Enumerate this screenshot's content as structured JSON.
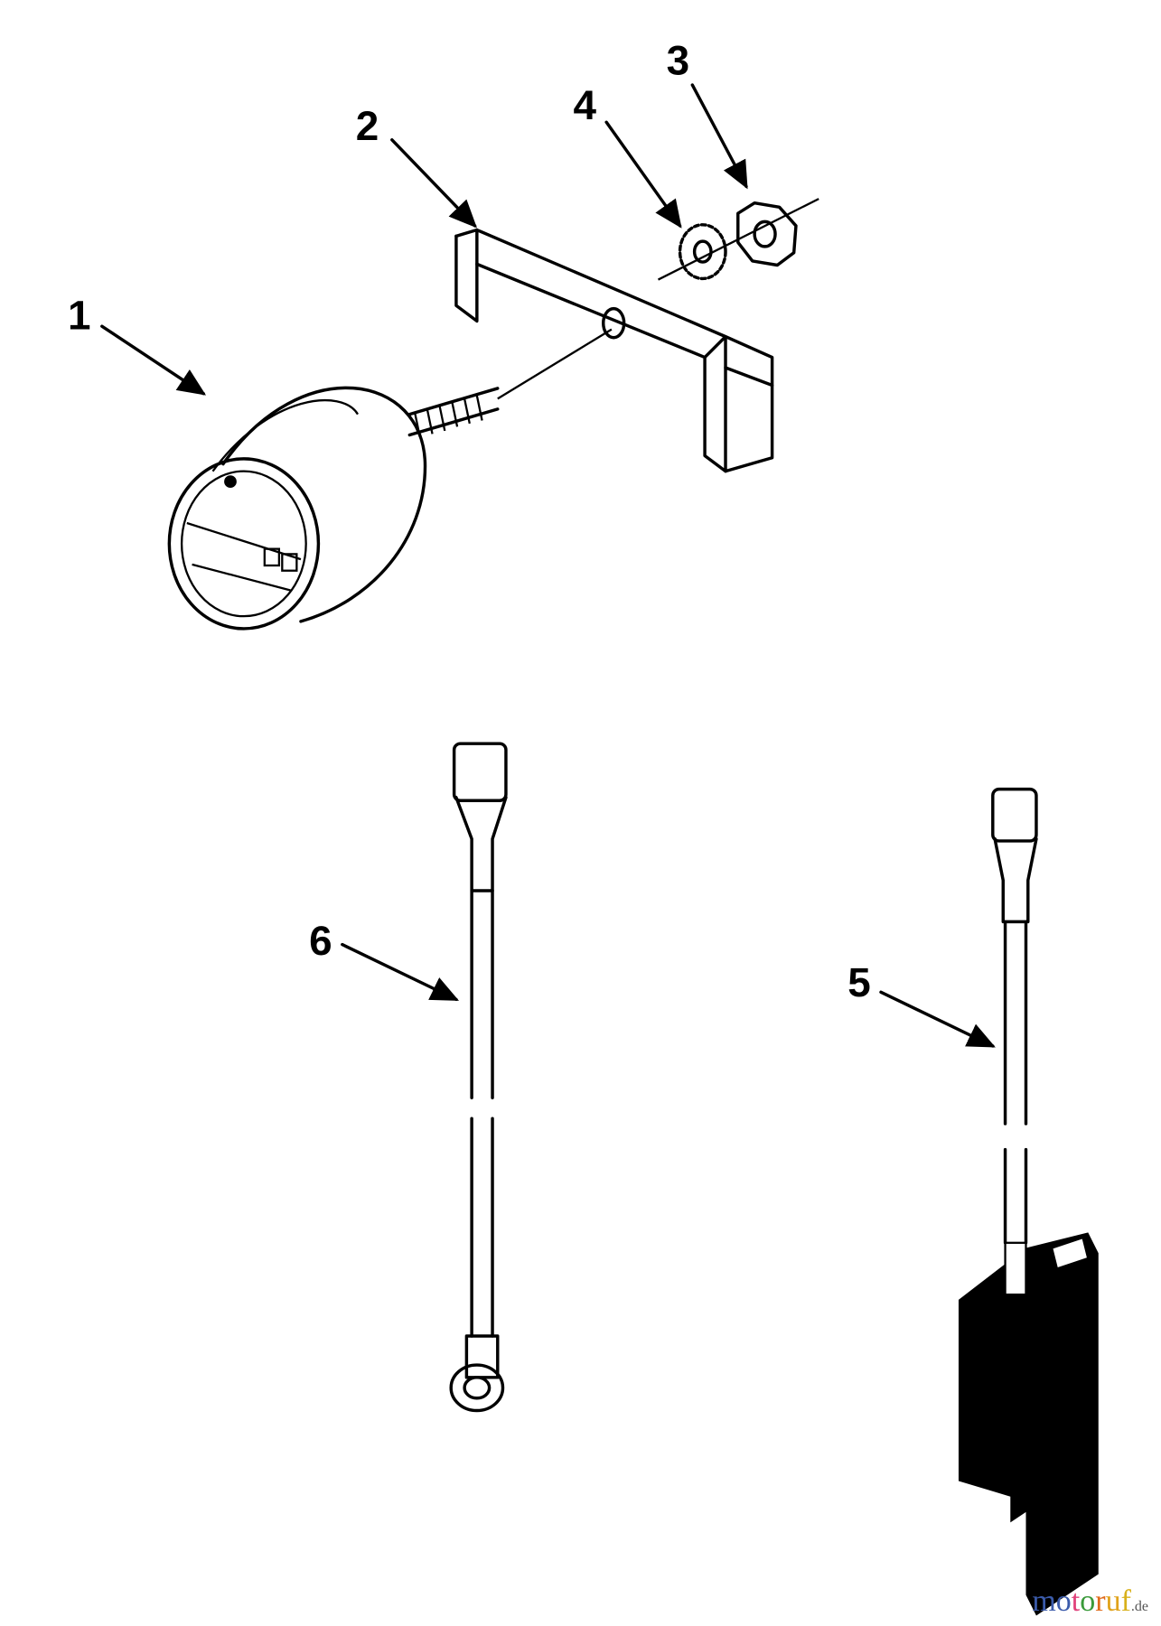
{
  "callouts": [
    {
      "id": "1",
      "label": "1"
    },
    {
      "id": "2",
      "label": "2"
    },
    {
      "id": "3",
      "label": "3"
    },
    {
      "id": "4",
      "label": "4"
    },
    {
      "id": "5",
      "label": "5"
    },
    {
      "id": "6",
      "label": "6"
    }
  ],
  "watermark": {
    "letters": [
      "m",
      "o",
      "t",
      "o",
      "r",
      "u",
      "f"
    ],
    "suffix": ".de",
    "colors": [
      "#3b5bab",
      "#3b5bab",
      "#e0407a",
      "#3a9a3a",
      "#e06b1a",
      "#e0a21a",
      "#d8b01a"
    ]
  }
}
